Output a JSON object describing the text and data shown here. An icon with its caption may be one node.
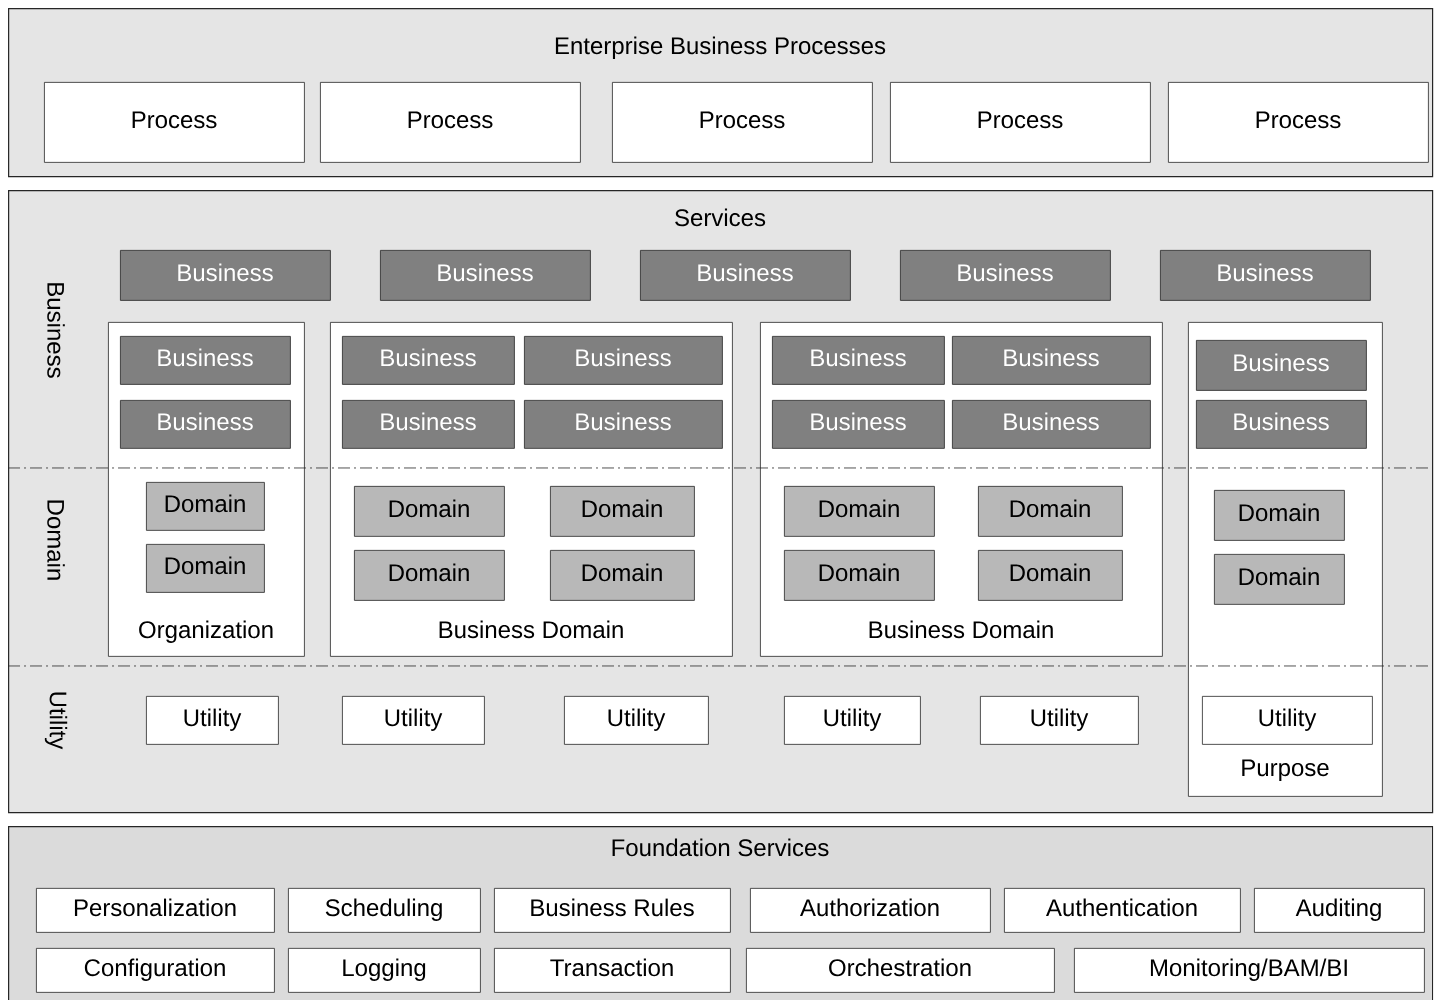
{
  "diagram": {
    "nodes": [
      {
        "text": [
          "Enterprise Business Processes"
        ]
      },
      {
        "text": [
          "Process"
        ],
        "in": 0
      },
      {
        "text": [
          "Process"
        ],
        "in": 0
      },
      {
        "text": [
          "Process"
        ],
        "in": 0
      },
      {
        "text": [
          "Process"
        ],
        "in": 0
      },
      {
        "text": [
          "Process"
        ],
        "in": 0
      },
      {
        "text": [
          "Services"
        ]
      },
      {
        "text": [
          "Business"
        ],
        "in": 6
      },
      {
        "text": [
          "Business"
        ],
        "in": 6
      },
      {
        "text": [
          "Business"
        ],
        "in": 6
      },
      {
        "text": [
          "Business"
        ],
        "in": 6
      },
      {
        "text": [
          "Business"
        ],
        "in": 6
      },
      {
        "text": [
          "Organization"
        ],
        "in": 6
      },
      {
        "text": [
          "Business"
        ],
        "in": 12
      },
      {
        "text": [
          "Business"
        ],
        "in": 12
      },
      {
        "text": [
          "Domain"
        ],
        "in": 12
      },
      {
        "text": [
          "Domain"
        ],
        "in": 12
      },
      {
        "text": [
          "Business Domain"
        ],
        "in": 6
      },
      {
        "text": [
          "Business"
        ],
        "in": 17
      },
      {
        "text": [
          "Business"
        ],
        "in": 17
      },
      {
        "text": [
          "Business"
        ],
        "in": 17
      },
      {
        "text": [
          "Business"
        ],
        "in": 17
      },
      {
        "text": [
          "Domain"
        ],
        "in": 17
      },
      {
        "text": [
          "Domain"
        ],
        "in": 17
      },
      {
        "text": [
          "Domain"
        ],
        "in": 17
      },
      {
        "text": [
          "Domain"
        ],
        "in": 17
      },
      {
        "text": [
          "Business Domain"
        ],
        "in": 6
      },
      {
        "text": [
          "Business"
        ],
        "in": 26
      },
      {
        "text": [
          "Business"
        ],
        "in": 26
      },
      {
        "text": [
          "Business"
        ],
        "in": 26
      },
      {
        "text": [
          "Business"
        ],
        "in": 26
      },
      {
        "text": [
          "Domain"
        ],
        "in": 26
      },
      {
        "text": [
          "Domain"
        ],
        "in": 26
      },
      {
        "text": [
          "Domain"
        ],
        "in": 26
      },
      {
        "text": [
          "Domain"
        ],
        "in": 26
      },
      {
        "text": [
          "Purpose"
        ],
        "in": 6
      },
      {
        "text": [
          "Business"
        ],
        "in": 35
      },
      {
        "text": [
          "Business"
        ],
        "in": 35
      },
      {
        "text": [
          "Domain"
        ],
        "in": 35
      },
      {
        "text": [
          "Domain"
        ],
        "in": 35
      },
      {
        "text": [
          "Utility"
        ],
        "in": 35
      },
      {
        "text": [
          "Utility"
        ],
        "in": 6
      },
      {
        "text": [
          "Utility"
        ],
        "in": 6
      },
      {
        "text": [
          "Utility"
        ],
        "in": 6
      },
      {
        "text": [
          "Utility"
        ],
        "in": 6
      },
      {
        "text": [
          "Utility"
        ],
        "in": 6
      },
      {
        "text": [
          "Foundation Services"
        ]
      },
      {
        "text": [
          "Personalization"
        ],
        "in": 46
      },
      {
        "text": [
          "Scheduling"
        ],
        "in": 46
      },
      {
        "text": [
          "Business Rules"
        ],
        "in": 46
      },
      {
        "text": [
          "Authorization"
        ],
        "in": 46
      },
      {
        "text": [
          "Authentication"
        ],
        "in": 46
      },
      {
        "text": [
          "Auditing"
        ],
        "in": 46
      },
      {
        "text": [
          "Configuration"
        ],
        "in": 46
      },
      {
        "text": [
          "Logging"
        ],
        "in": 46
      },
      {
        "text": [
          "Transaction"
        ],
        "in": 46
      },
      {
        "text": [
          "Orchestration"
        ],
        "in": 46
      },
      {
        "text": [
          "Monitoring/BAM/BI"
        ],
        "in": 46
      }
    ],
    "labels": [
      "Business",
      "Domain",
      "Utility"
    ]
  }
}
